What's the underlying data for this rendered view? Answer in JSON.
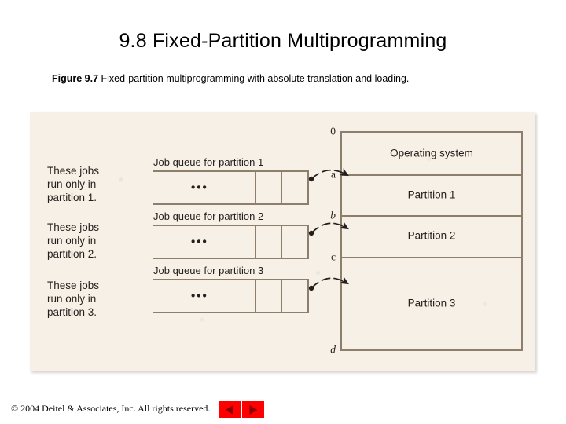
{
  "slide": {
    "title": "9.8 Fixed-Partition Multiprogramming"
  },
  "figure": {
    "caption_label": "Figure 9.7",
    "caption_text": " Fixed-partition multiprogramming with absolute translation and loading.",
    "background_color": "#f6f0e7",
    "line_color": "#8d7f6c",
    "text_color": "#241f1c"
  },
  "side_notes": [
    {
      "text": "These jobs\nrun only in\npartition 1."
    },
    {
      "text": "These jobs\nrun only in\npartition 2."
    },
    {
      "text": "These jobs\nrun only in\npartition 3."
    }
  ],
  "job_queues": [
    {
      "title": "Job queue for partition 1",
      "ellipsis": "•••",
      "cells": 3
    },
    {
      "title": "Job queue for partition 2",
      "ellipsis": "•••",
      "cells": 3
    },
    {
      "title": "Job queue for partition 3",
      "ellipsis": "•••",
      "cells": 3
    }
  ],
  "memory_map": {
    "addresses": [
      {
        "label": "0",
        "italic": false
      },
      {
        "label": "a",
        "italic": false
      },
      {
        "label": "b",
        "italic": true
      },
      {
        "label": "c",
        "italic": false
      },
      {
        "label": "d",
        "italic": true
      }
    ],
    "regions": [
      {
        "label": "Operating system"
      },
      {
        "label": "Partition 1"
      },
      {
        "label": "Partition 2"
      },
      {
        "label": "Partition 3"
      }
    ]
  },
  "footer": {
    "copyright": "© 2004 Deitel & Associates, Inc.  All rights reserved.",
    "prev_label": "Previous slide",
    "next_label": "Next slide",
    "button_color": "#ff0000"
  }
}
